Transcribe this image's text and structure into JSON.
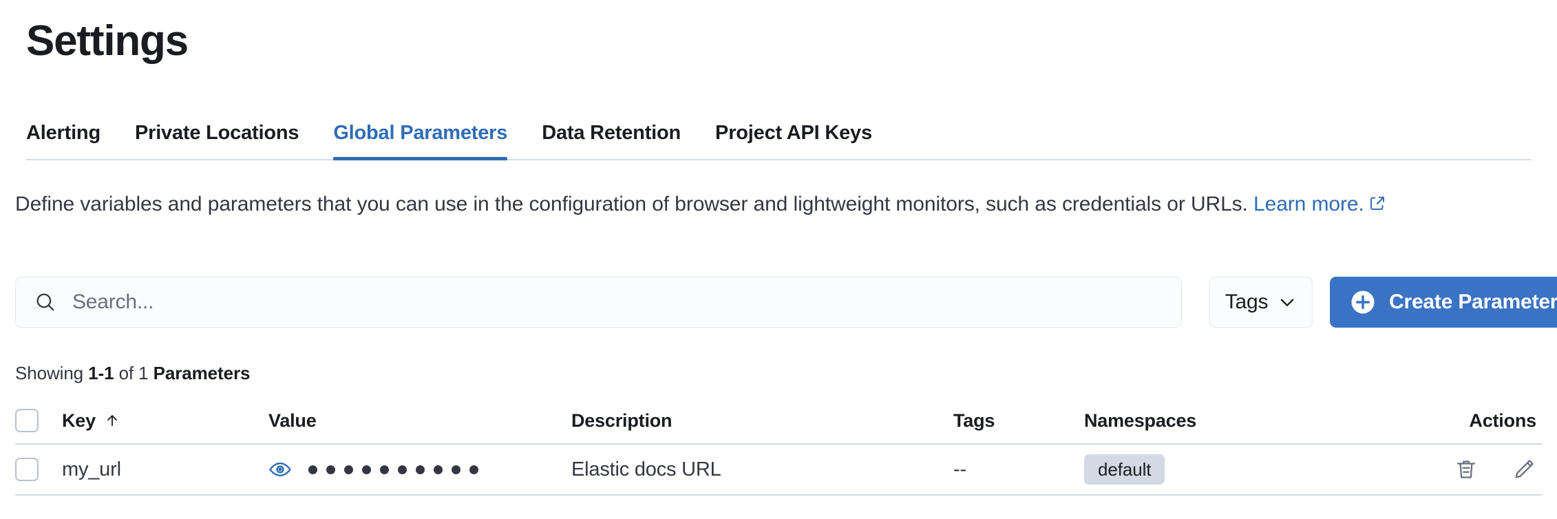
{
  "header": {
    "title": "Settings"
  },
  "tabs": [
    {
      "label": "Alerting",
      "active": false,
      "name": "tab-alerting"
    },
    {
      "label": "Private Locations",
      "active": false,
      "name": "tab-private-locations"
    },
    {
      "label": "Global Parameters",
      "active": true,
      "name": "tab-global-parameters"
    },
    {
      "label": "Data Retention",
      "active": false,
      "name": "tab-data-retention"
    },
    {
      "label": "Project API Keys",
      "active": false,
      "name": "tab-project-api-keys"
    }
  ],
  "description": {
    "text": "Define variables and parameters that you can use in the configuration of browser and lightweight monitors, such as credentials or URLs. ",
    "link_label": "Learn more.",
    "link_icon": "external-link-icon"
  },
  "toolbar": {
    "search_placeholder": "Search...",
    "search_value": "",
    "search_icon": "search-icon",
    "tags_label": "Tags",
    "tags_icon": "chevron-down-icon",
    "create_label": "Create Parameter",
    "create_icon": "plus-circle-icon"
  },
  "results": {
    "prefix": "Showing ",
    "range": "1-1",
    "middle": " of 1 ",
    "noun": "Parameters"
  },
  "table": {
    "columns": [
      {
        "label": "Key",
        "sorted": true,
        "sort_icon": "arrow-up-icon",
        "name": "column-key"
      },
      {
        "label": "Value",
        "name": "column-value"
      },
      {
        "label": "Description",
        "name": "column-description"
      },
      {
        "label": "Tags",
        "name": "column-tags"
      },
      {
        "label": "Namespaces",
        "name": "column-namespaces"
      },
      {
        "label": "Actions",
        "name": "column-actions"
      }
    ],
    "rows": [
      {
        "key": "my_url",
        "value_masked_count": 10,
        "value_toggle_icon": "eye-icon",
        "description": "Elastic docs URL",
        "tags": "--",
        "namespaces": [
          "default"
        ],
        "actions": [
          "trash-icon",
          "pencil-icon"
        ]
      }
    ]
  },
  "colors": {
    "accent": "#2f6cb5",
    "button_primary": "#3b73c4",
    "text_primary": "#1a1c21",
    "text_secondary": "#343741",
    "text_muted": "#69707d",
    "border": "#d3dae6",
    "badge_bg": "#d3dae6",
    "input_bg": "#fbfcfd"
  }
}
